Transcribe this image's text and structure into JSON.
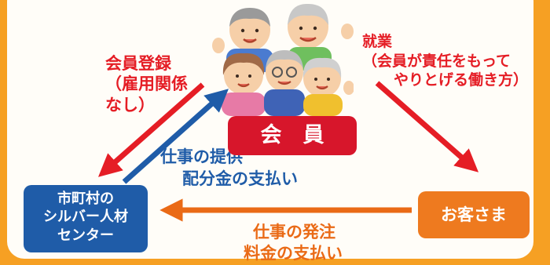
{
  "labels": {
    "member_registration": [
      "会員登録",
      "（雇用関係",
      "なし）"
    ],
    "employment": [
      "就業",
      "（会員が責任をもって",
      "やりとげる働き方）"
    ],
    "work_provision": [
      "仕事の提供",
      "配分金の支払い"
    ],
    "work_order": [
      "仕事の発注",
      "料金の支払い"
    ]
  },
  "boxes": {
    "members": "会　員",
    "center": [
      "市町村の",
      "シルバー人材",
      "センター"
    ],
    "customer": "お客さま"
  },
  "colors": {
    "red": "#e51d25",
    "blue": "#1f5ca8",
    "orange": "#ea6a16",
    "border": "#f6a023",
    "members_box": "#d7162b",
    "center_box": "#1f5ca8",
    "customer_box": "#ee7a1f"
  },
  "illustration": "elderly-people-group-icon"
}
